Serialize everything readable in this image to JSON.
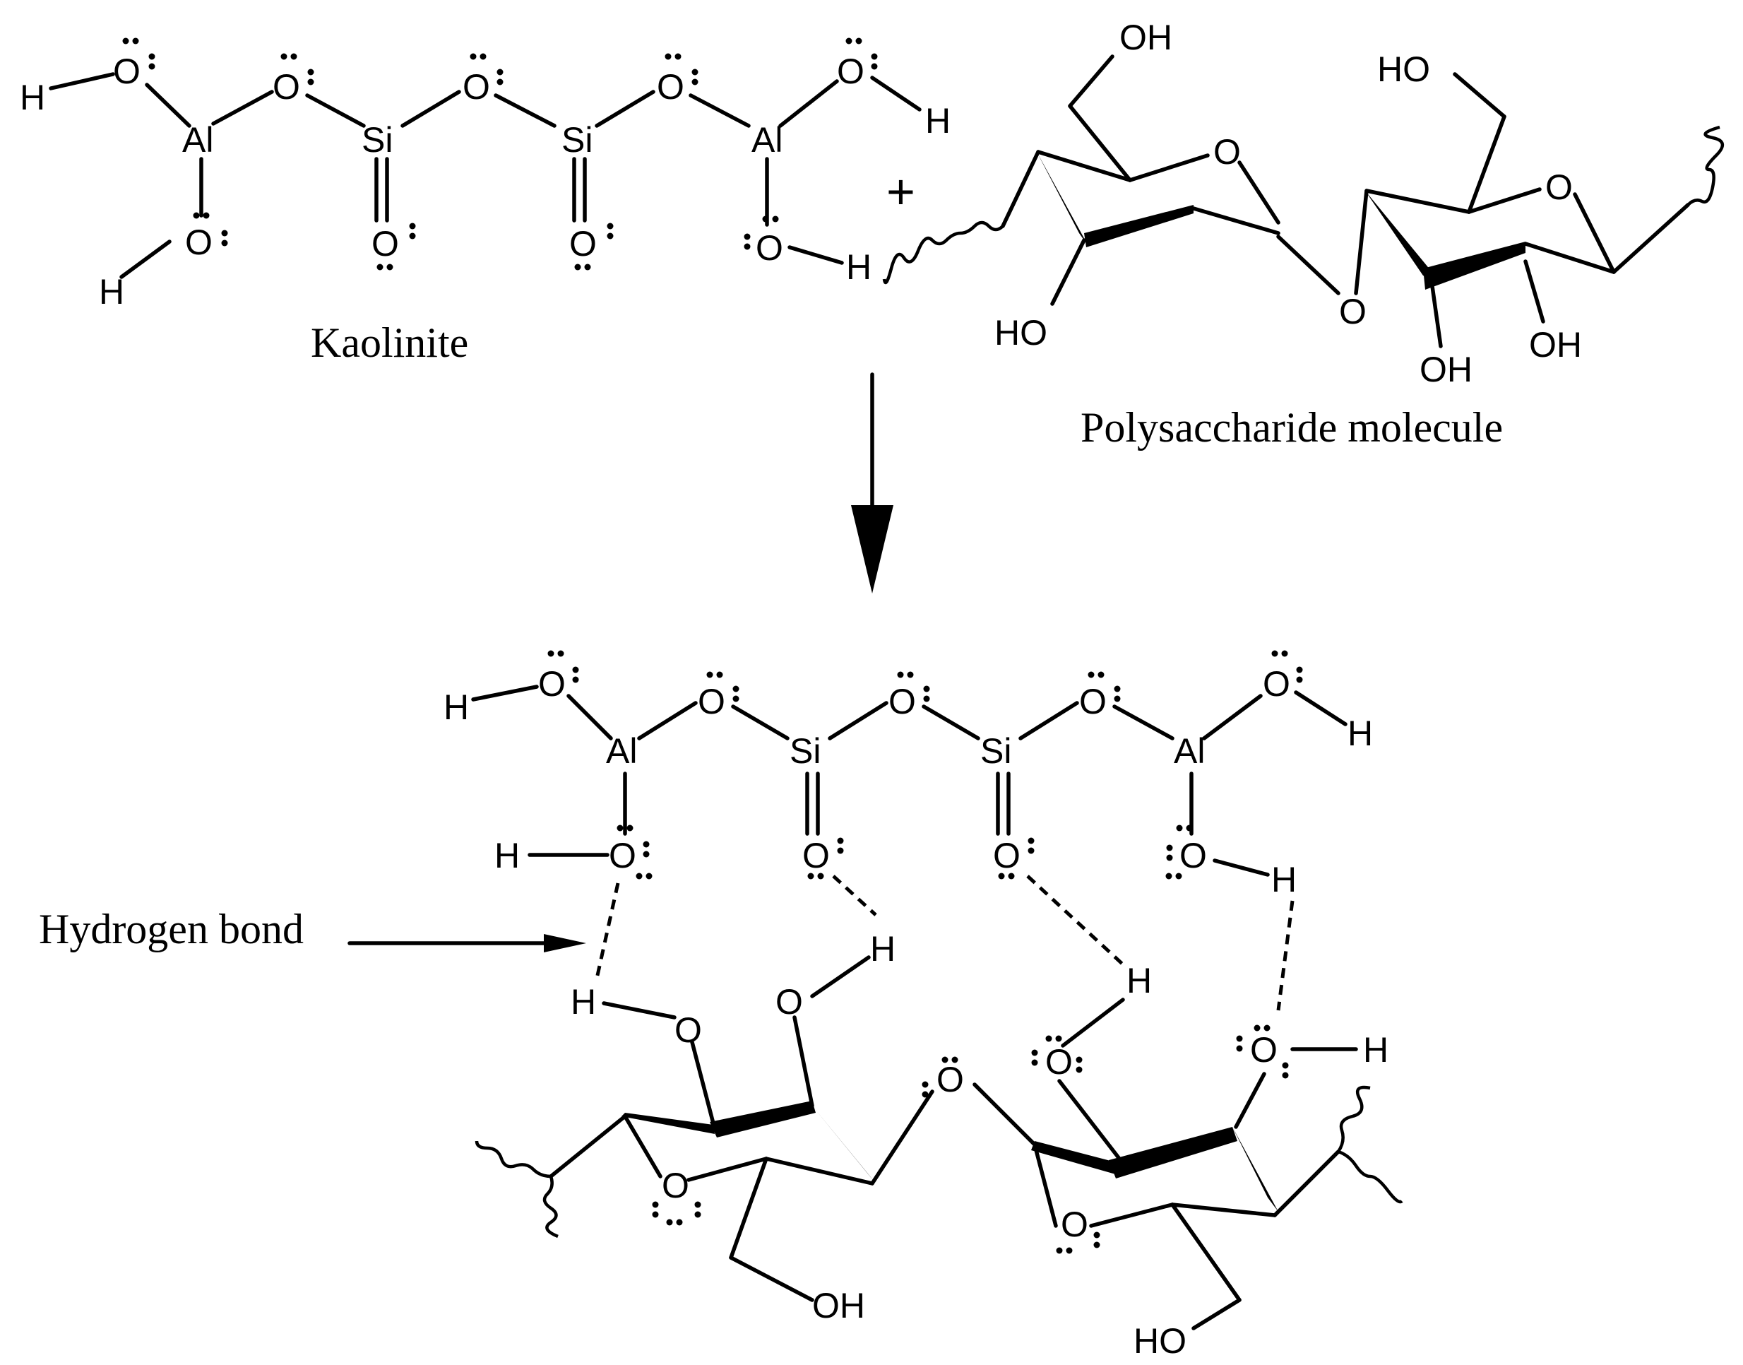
{
  "captions": {
    "kaolinite": "Kaolinite",
    "polysaccharide": "Polysaccharide molecule",
    "hydrogen_bond": "Hydrogen bond",
    "plus": "+"
  },
  "atoms": {
    "H": "H",
    "O": "O",
    "Al": "Al",
    "Si": "Si",
    "OH": "OH",
    "HO": "HO"
  }
}
